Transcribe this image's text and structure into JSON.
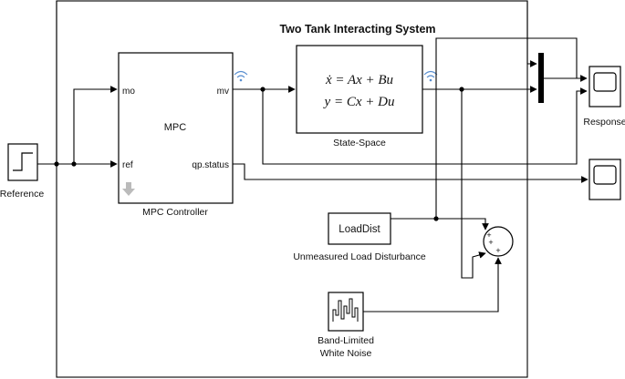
{
  "diagram": {
    "title": "Two Tank Interacting System",
    "blocks": {
      "reference": {
        "label": "Reference"
      },
      "mpc": {
        "inner_label": "MPC",
        "label": "MPC Controller",
        "ports": {
          "mo": "mo",
          "ref": "ref",
          "mv": "mv",
          "status": "qp.status"
        }
      },
      "state_space": {
        "label": "State-Space",
        "eq1": "ẋ = Ax + Bu",
        "eq2": "y = Cx + Du"
      },
      "load_dist": {
        "inner_label": "LoadDist",
        "label": "Unmeasured Load Disturbance"
      },
      "noise": {
        "label_line1": "Band-Limited",
        "label_line2": "White Noise"
      },
      "sum": {
        "signs": [
          "+",
          "+",
          "+"
        ]
      },
      "response_scope": {
        "label": "Response"
      },
      "status_scope": {
        "label": ""
      },
      "mux": {
        "label": ""
      }
    }
  }
}
